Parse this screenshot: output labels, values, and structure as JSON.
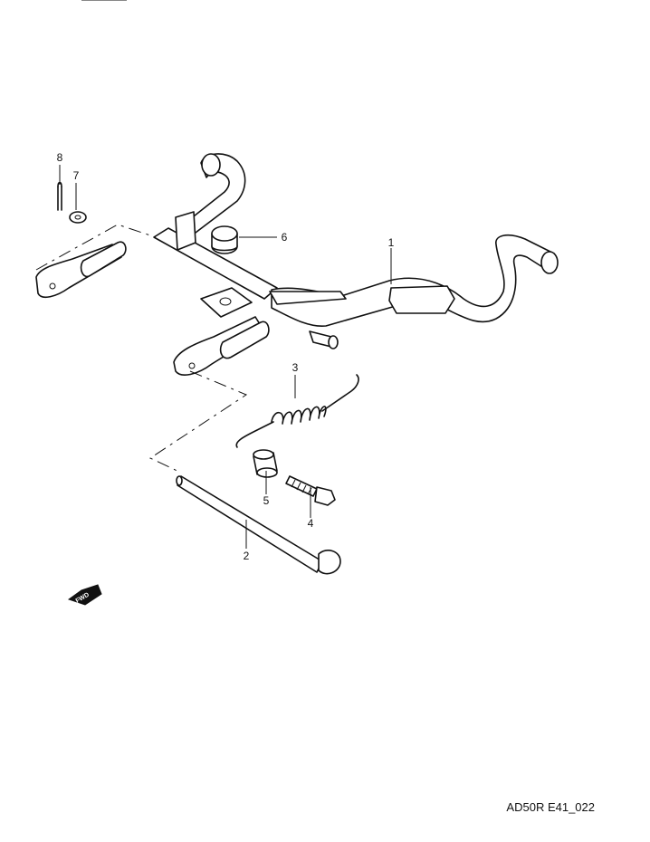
{
  "diagram": {
    "reference_code": "AD50R E41_022",
    "fwd_badge": "FWD",
    "parts": [
      {
        "id": "1",
        "label": "1"
      },
      {
        "id": "2",
        "label": "2"
      },
      {
        "id": "3",
        "label": "3"
      },
      {
        "id": "4",
        "label": "4"
      },
      {
        "id": "5",
        "label": "5"
      },
      {
        "id": "6",
        "label": "6"
      },
      {
        "id": "7",
        "label": "7"
      },
      {
        "id": "8",
        "label": "8"
      }
    ]
  }
}
